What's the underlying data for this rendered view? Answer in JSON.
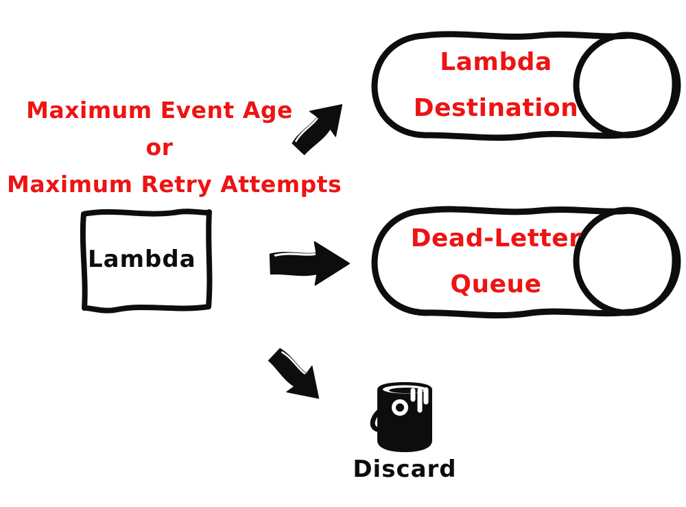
{
  "colors": {
    "red": "#ED1414",
    "ink": "#0D0D0D",
    "bg": "#FFFFFF"
  },
  "annotation": {
    "line1": "Maximum Event Age",
    "line2": "or",
    "line3": "Maximum Retry Attempts"
  },
  "source": {
    "label": "Lambda"
  },
  "targets": [
    {
      "name": "lambda-destination",
      "shape": "cylinder",
      "arrow_icon": "arrow-up-right-icon",
      "line1": "Lambda",
      "line2": "Destination"
    },
    {
      "name": "dead-letter-queue",
      "shape": "cylinder",
      "arrow_icon": "arrow-right-icon",
      "line1": "Dead-Letter",
      "line2": "Queue"
    },
    {
      "name": "discard",
      "shape": "paint-bucket",
      "arrow_icon": "arrow-down-right-icon",
      "label": "Discard"
    }
  ]
}
